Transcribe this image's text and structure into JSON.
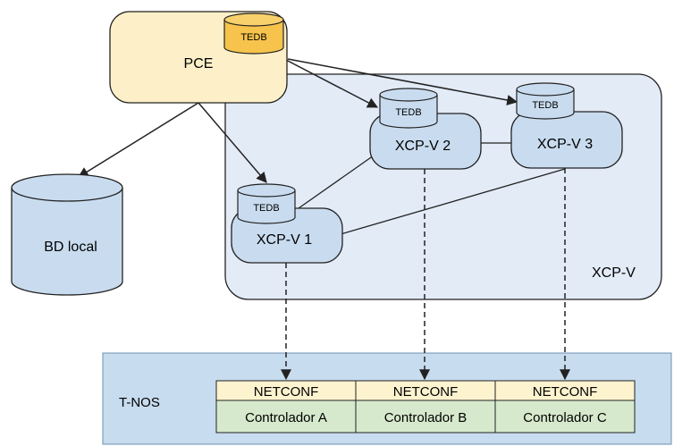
{
  "pce": {
    "label": "PCE",
    "tedb_label": "TEDB"
  },
  "bd_local": {
    "label": "BD local"
  },
  "xcpv_group": {
    "label": "XCP-V"
  },
  "nodes": [
    {
      "label": "XCP-V 1",
      "tedb_label": "TEDB"
    },
    {
      "label": "XCP-V 2",
      "tedb_label": "TEDB"
    },
    {
      "label": "XCP-V 3",
      "tedb_label": "TEDB"
    }
  ],
  "tnos": {
    "label": "T-NOS",
    "controllers": [
      {
        "protocol": "NETCONF",
        "name": "Controlador A"
      },
      {
        "protocol": "NETCONF",
        "name": "Controlador B"
      },
      {
        "protocol": "NETCONF",
        "name": "Controlador C"
      }
    ]
  },
  "colors": {
    "pce_fill": "#fdf0c8",
    "pce_tedb_fill": "#f6c34c",
    "node_fill": "#c9dcef",
    "xcpv_group_fill": "#e3ebf7",
    "tnos_fill": "#c7dcee",
    "netconf_fill": "#fdf3cf",
    "controller_fill": "#d6e9cc",
    "stroke": "#222222"
  }
}
